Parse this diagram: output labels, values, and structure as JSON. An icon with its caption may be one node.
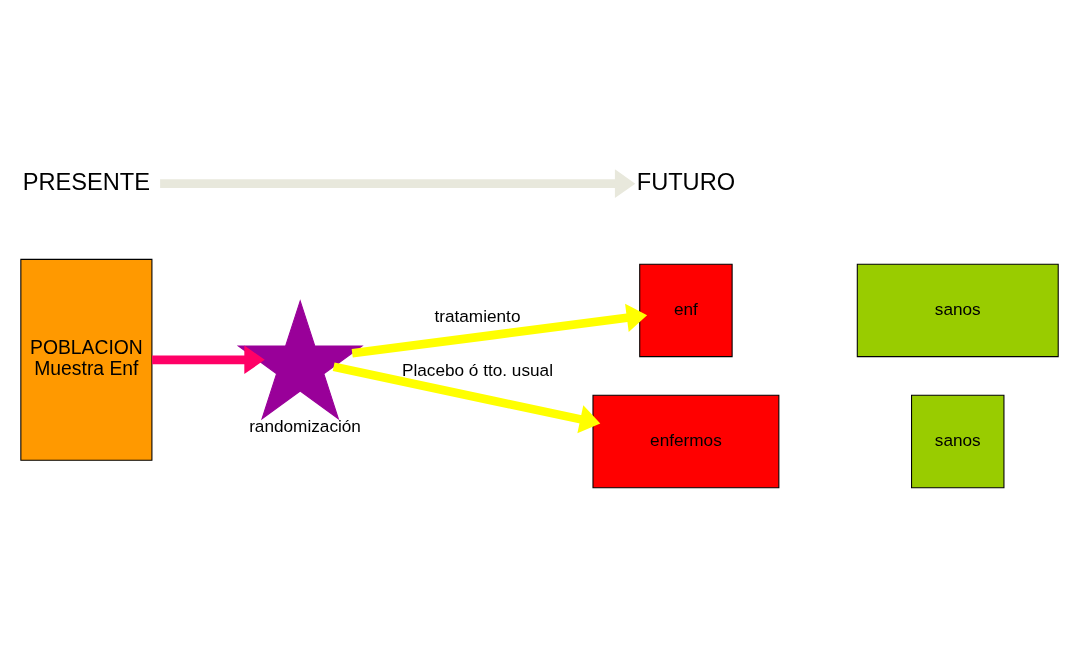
{
  "diagram": {
    "nodes": [
      {
        "text": [
          "POBLACION",
          "Muestra Enf"
        ]
      },
      {
        "text": [],
        "shape": "star",
        "beside": [
          "randomización"
        ]
      },
      {
        "text": [
          "enf"
        ]
      },
      {
        "text": [
          "sanos"
        ]
      },
      {
        "text": [
          "enfermos"
        ]
      },
      {
        "text": [
          "sanos"
        ]
      },
      {
        "text": [
          "PRESENTE"
        ]
      },
      {
        "text": [
          "FUTURO"
        ]
      }
    ],
    "edges": [
      {
        "from": 0,
        "to": 1,
        "arrow": "to",
        "color": "#ff0066"
      },
      {
        "from": 1,
        "to": 2,
        "arrow": "to",
        "label": "tratamiento",
        "color": "#ffff00"
      },
      {
        "from": 1,
        "to": 4,
        "arrow": "to",
        "label": "Placebo ó tto. usual",
        "color": "#ffff00"
      },
      {
        "from": 6,
        "to": 7,
        "arrow": "to",
        "color": "#e8e8dc"
      }
    ]
  }
}
